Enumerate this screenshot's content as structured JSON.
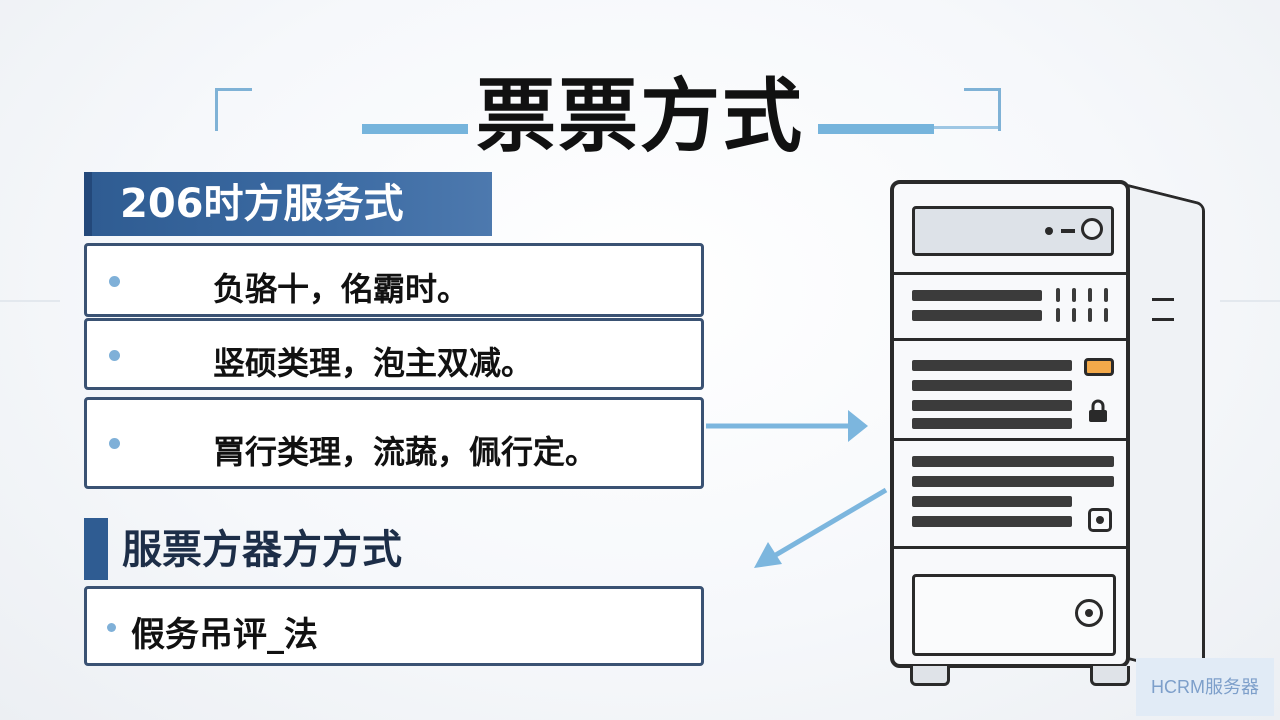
{
  "title": "票票方式",
  "section1": {
    "heading": "206时方服务式",
    "items": [
      "负骆十，佲霸时。",
      "竖硕类理，泡主双减。",
      "罥行类理，流蔬，佩行定。"
    ]
  },
  "section2": {
    "heading": "服票方器方方式",
    "items": [
      "假务吊评_法"
    ]
  },
  "watermark": "HCRM服务器",
  "colors": {
    "accent": "#2f5c92",
    "light_accent": "#76b4dc",
    "led": "#f3a94a"
  },
  "icons": [
    "server-tower-icon",
    "arrow-right-icon",
    "arrow-down-left-icon",
    "lock-icon",
    "power-icon"
  ]
}
